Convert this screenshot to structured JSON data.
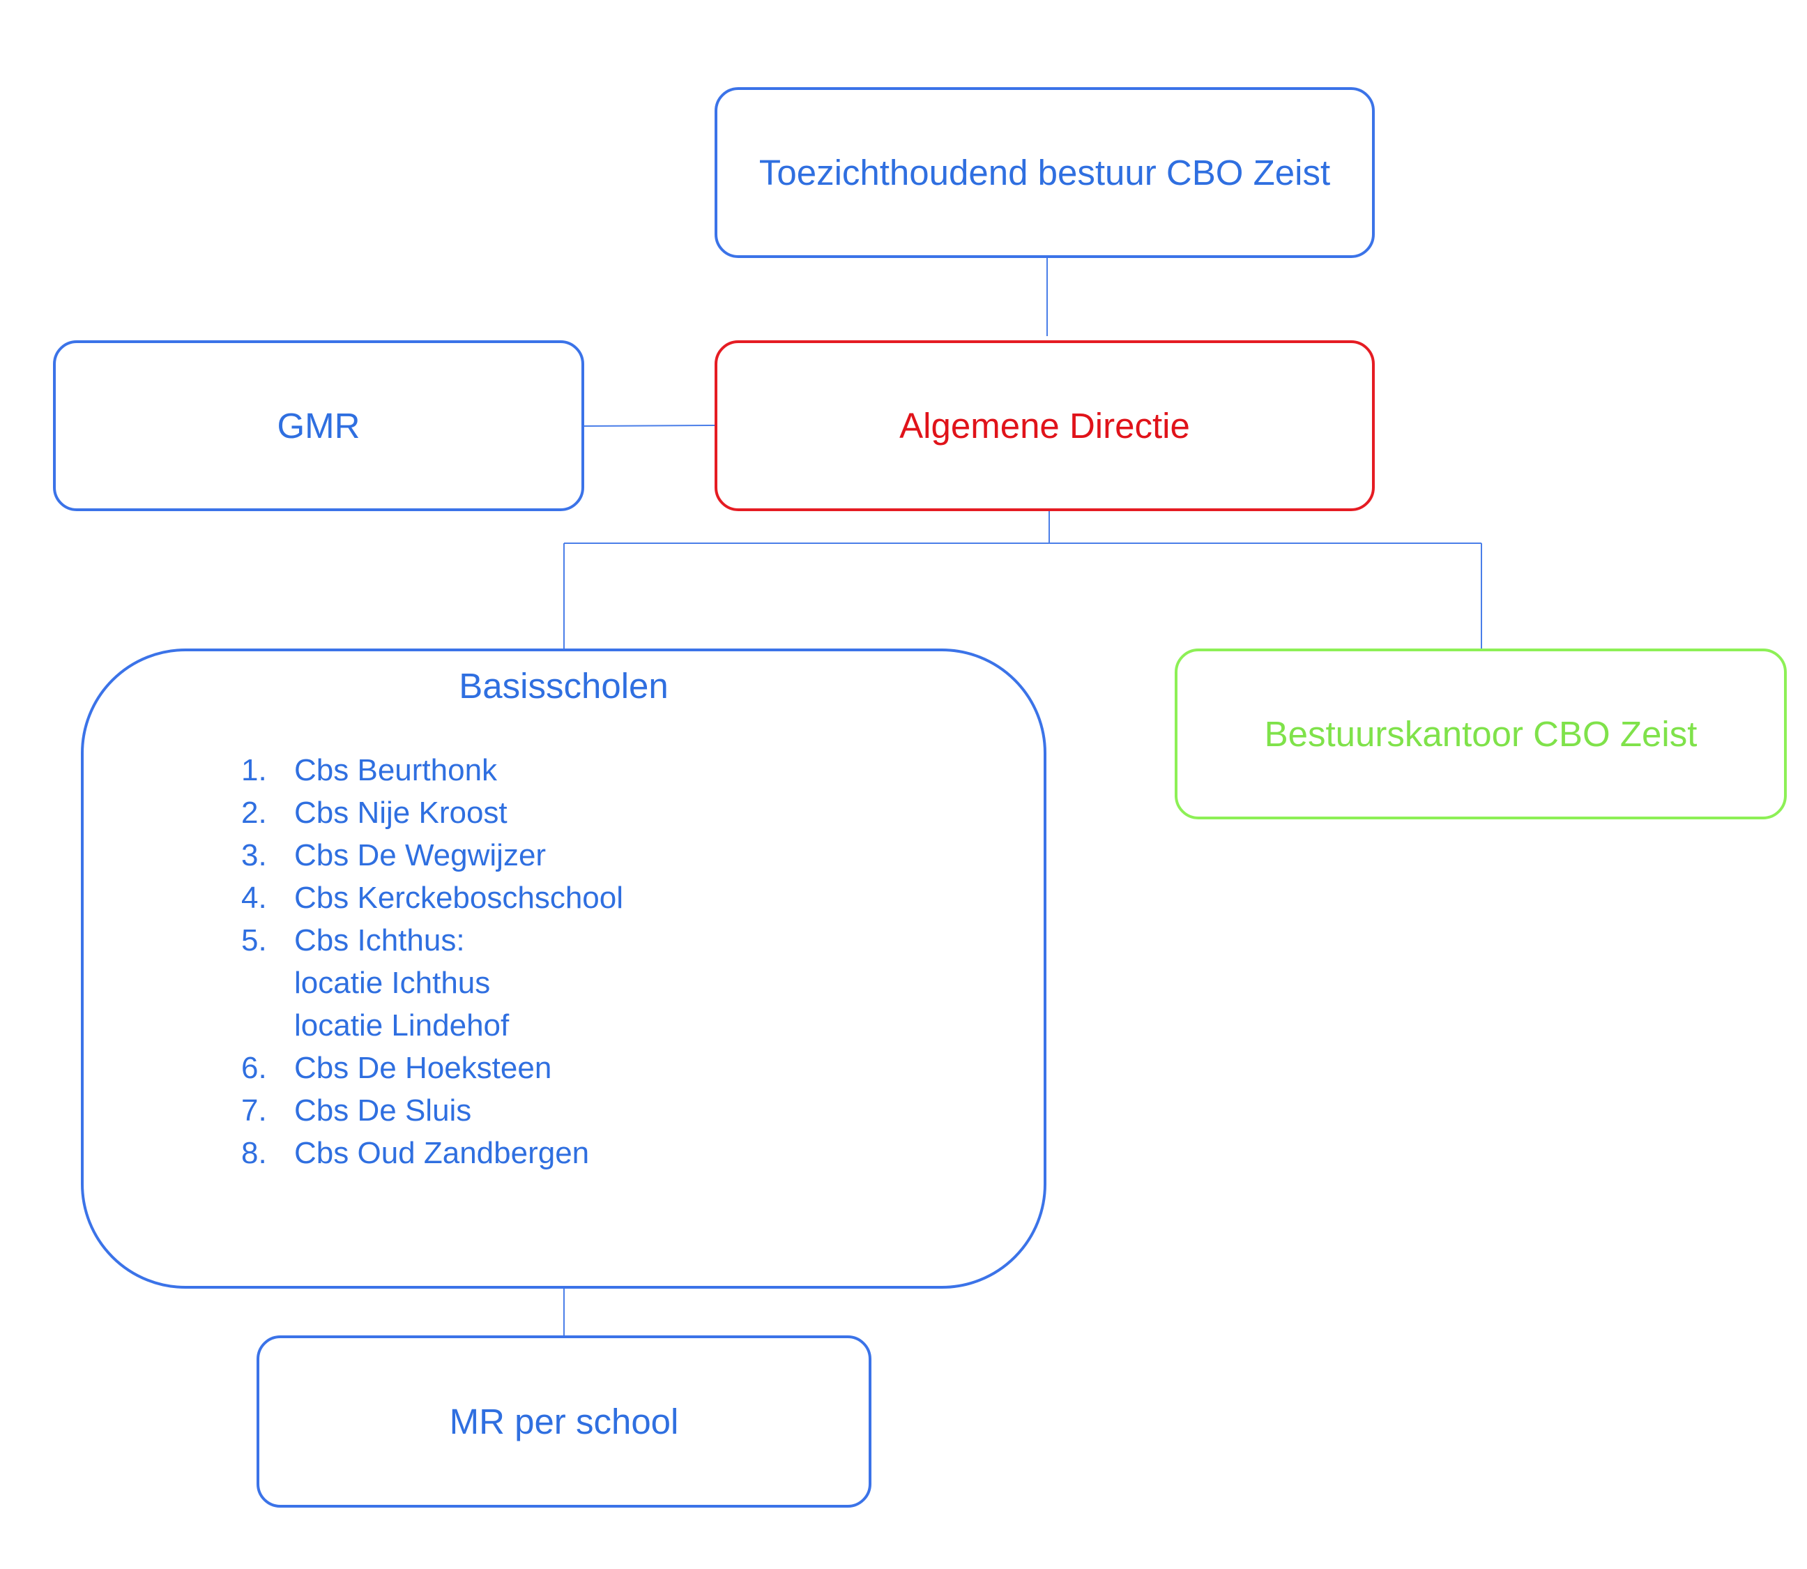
{
  "nodes": {
    "top": "Toezichthoudend bestuur CBO Zeist",
    "directie": "Algemene Directie",
    "gmr": "GMR",
    "scholen": {
      "title": "Basisscholen",
      "items": [
        {
          "num": "1.",
          "name": "Cbs Beurthonk"
        },
        {
          "num": "2.",
          "name": "Cbs Nije Kroost"
        },
        {
          "num": "3.",
          "name": "Cbs De Wegwijzer"
        },
        {
          "num": "4.",
          "name": "Cbs Kerckeboschschool"
        },
        {
          "num": "5.",
          "name": "Cbs Ichthus:"
        },
        {
          "num": "",
          "name": "locatie Ichthus"
        },
        {
          "num": "",
          "name": "locatie Lindehof"
        },
        {
          "num": "6.",
          "name": "Cbs De Hoeksteen"
        },
        {
          "num": "7.",
          "name": "Cbs De Sluis"
        },
        {
          "num": "8.",
          "name": "Cbs Oud Zandbergen"
        }
      ]
    },
    "kantoor": "Bestuurskantoor CBO Zeist",
    "mr": "MR per school"
  },
  "colors": {
    "blue": "#2f6fe0",
    "red": "#e0131a",
    "green": "#7fe24a"
  }
}
